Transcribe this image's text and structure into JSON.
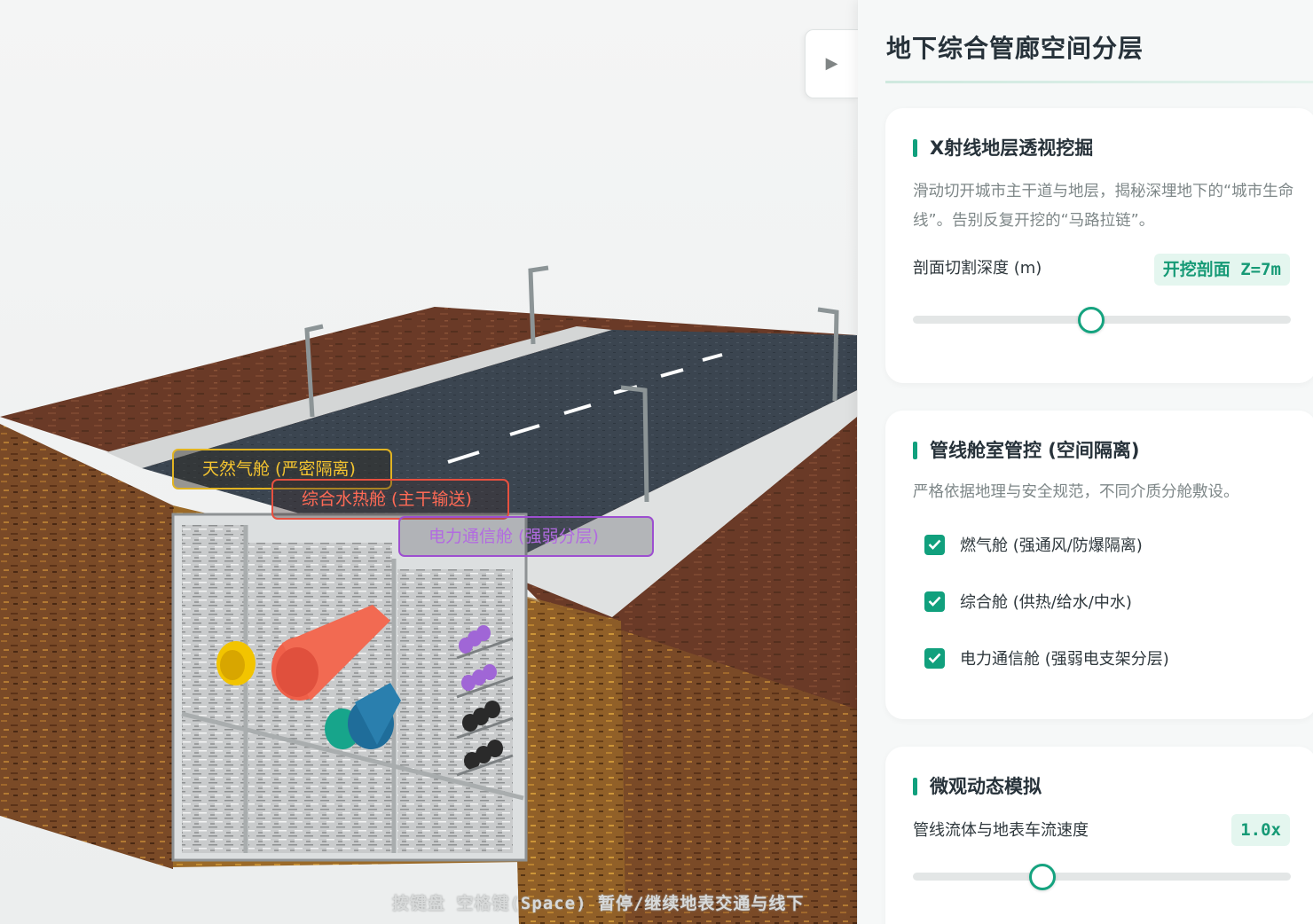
{
  "scene": {
    "tags": {
      "gas": "天然气舱 (严密隔离)",
      "water": "综合水热舱 (主干输送)",
      "power": "电力通信舱 (强弱分层)"
    },
    "hint": "按键盘 空格键(Space) 暂停/继续地表交通与线下"
  },
  "panel": {
    "toggle_icon": "▶",
    "title": "地下综合管廊空间分层",
    "xray": {
      "heading": "X射线地层透视挖掘",
      "description": "滑动切开城市主干道与地层，揭秘深埋地下的“城市生命线”。告别反复开挖的“马路拉链”。",
      "slider_label": "剖面切割深度 (m)",
      "badge": "开挖剖面 Z=7m",
      "slider_fraction": 0.47
    },
    "cabins": {
      "heading": "管线舱室管控 (空间隔离)",
      "description": "严格依据地理与安全规范，不同介质分舱敷设。",
      "items": [
        {
          "label": "燃气舱 (强通风/防爆隔离)",
          "checked": true
        },
        {
          "label": "综合舱 (供热/给水/中水)",
          "checked": true
        },
        {
          "label": "电力通信舱 (强弱电支架分层)",
          "checked": true
        }
      ]
    },
    "simulation": {
      "heading": "微观动态模拟",
      "slider_label": "管线流体与地表车流速度",
      "badge": "1.0x",
      "slider_fraction": 0.34
    }
  },
  "colors": {
    "accent": "#11a07d",
    "gas": "#f4c430",
    "water": "#e7503f",
    "power": "#9d4fd0"
  }
}
